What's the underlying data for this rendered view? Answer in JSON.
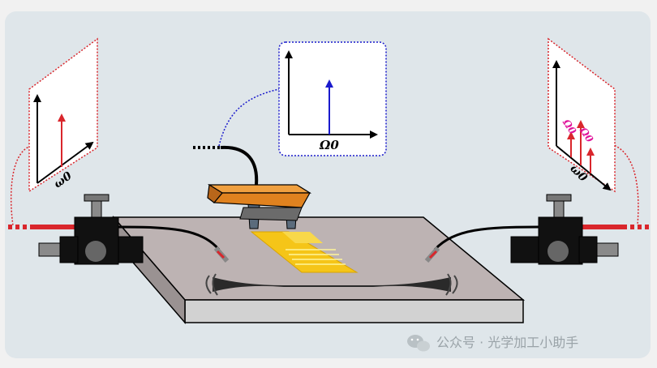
{
  "labels": {
    "input_spectrum_axis": "ω0",
    "rf_spectrum_axis": "Ω0",
    "output_spectrum_axis": "ω0",
    "sideband_upper": "Ω0",
    "sideband_lower": "Ω0"
  },
  "watermark": {
    "text": "公众号 · 光学加工小助手"
  },
  "colors": {
    "background": "#dfe6ea",
    "substrate_top": "#bdb3b3",
    "substrate_side": "#cfcfcf",
    "rf_probe": "#e0821f",
    "electrode": "#f5c518",
    "fiber": "#d9262c",
    "rf_line": "#1a1acc",
    "sideband": "#e0149b"
  },
  "icons": {
    "watermark_logo": "wechat-icon"
  }
}
